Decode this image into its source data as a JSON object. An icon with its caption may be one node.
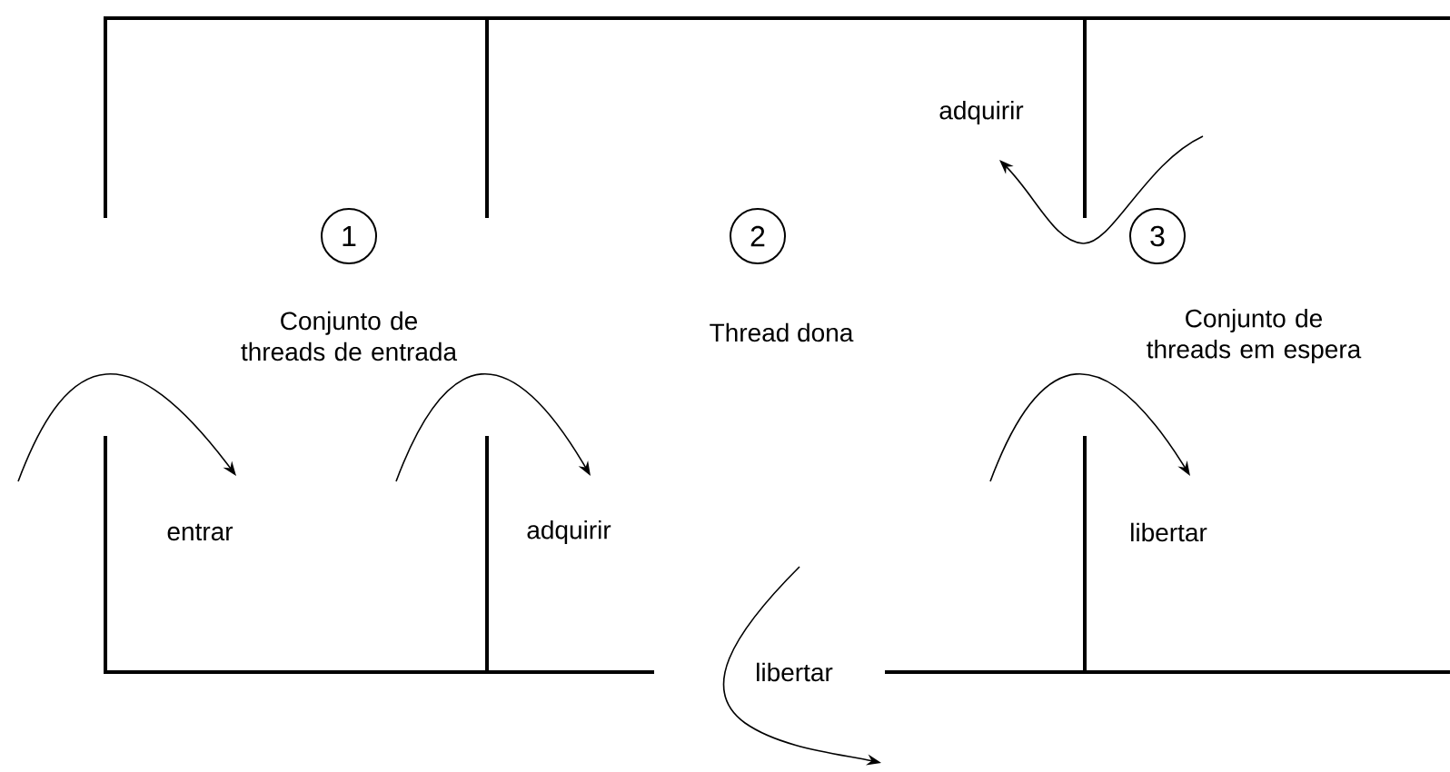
{
  "diagram": {
    "nodes": [
      {
        "text": [
          "1"
        ],
        "beside": [
          "Conjunto de threads de entrada"
        ]
      },
      {
        "text": [
          "2"
        ],
        "beside": [
          "Thread dona"
        ]
      },
      {
        "text": [
          "3"
        ],
        "beside": [
          "Conjunto de threads em espera"
        ]
      }
    ],
    "labels": [
      "adquirir",
      "entrar",
      "adquirir",
      "libertar",
      "libertar"
    ]
  }
}
